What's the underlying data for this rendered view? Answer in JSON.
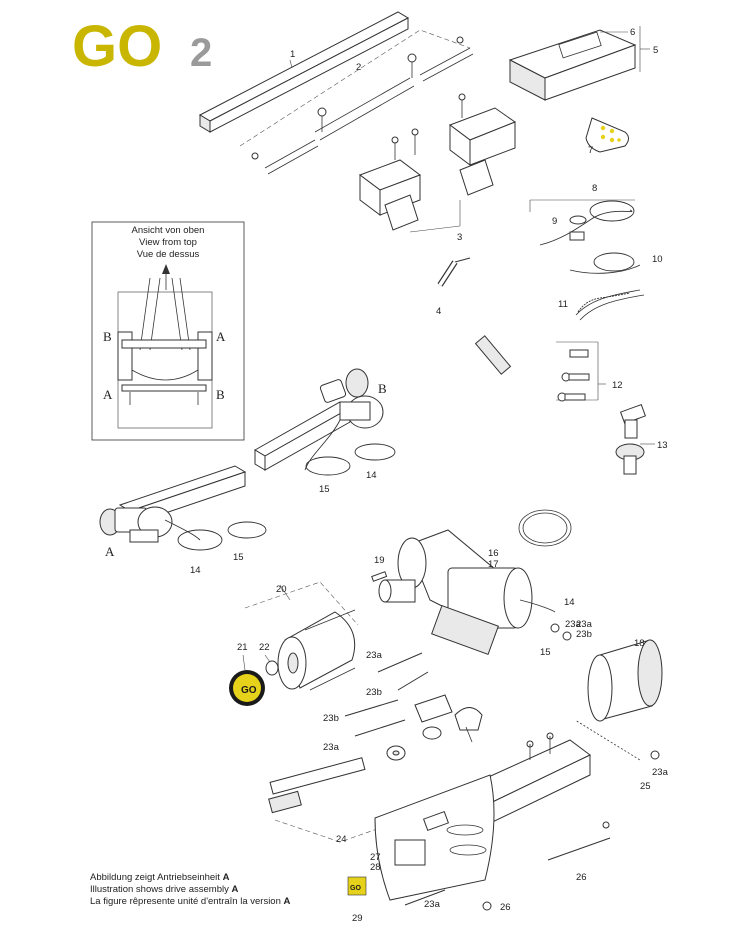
{
  "logo": {
    "text_main": "GO",
    "text_sub": "2",
    "color_main": "#c9b600",
    "color_sub": "#9a9a9a"
  },
  "view_box": {
    "lines": [
      "Ansicht von oben",
      "View from top",
      "Vue de dessus"
    ],
    "side_labels": [
      "B",
      "A",
      "A",
      "B"
    ]
  },
  "assembly_labels": {
    "b": "B",
    "a": "A"
  },
  "callouts": [
    "1",
    "2",
    "3",
    "4",
    "5",
    "6",
    "7",
    "8",
    "9",
    "10",
    "11",
    "12",
    "13",
    "14",
    "15",
    "14",
    "15",
    "16",
    "17",
    "18",
    "19",
    "20",
    "21",
    "22",
    "23a",
    "23a",
    "23b",
    "23b",
    "23a",
    "23a",
    "25",
    "24",
    "26",
    "27",
    "28",
    "23a",
    "26",
    "29",
    "14",
    "15",
    "23b",
    "23a"
  ],
  "caption": {
    "de_prefix": "Abbildung zeigt Antriebseinheit ",
    "de_letter": "A",
    "en_prefix": "Illustration shows drive assembly ",
    "en_letter": "A",
    "fr_prefix": "La figure rêpresente unité d'entraîn la version ",
    "fr_letter": "A"
  },
  "colors": {
    "line": "#333333",
    "accent_yellow": "#e6d21a",
    "cap_dark": "#1a1a1a"
  }
}
